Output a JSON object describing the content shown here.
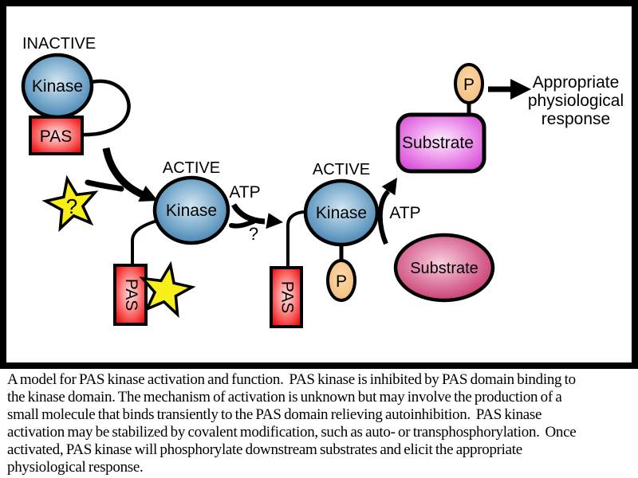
{
  "figure": {
    "states": {
      "inactive_label": "INACTIVE",
      "active_label_1": "ACTIVE",
      "active_label_2": "ACTIVE"
    },
    "kinase": {
      "label": "Kinase"
    },
    "pas": {
      "label": "PAS"
    },
    "phosphate": {
      "label": "P"
    },
    "substrate_ellipse": {
      "label": "Substrate"
    },
    "substrate_box": {
      "label": "Substrate"
    },
    "atp_label_1": "ATP",
    "atp_label_2": "ATP",
    "question_mark_star": "?",
    "question_mark_arrow": "?",
    "response": {
      "line1": "Appropriate",
      "line2": "physiological",
      "line3": "response"
    },
    "colors": {
      "outline": "#000000",
      "kinase_center": "#d2e5f1",
      "kinase_edge": "#3e7eae",
      "pas_center": "#ffdede",
      "pas_edge": "#ef1111",
      "star_fill": "#f8ee19",
      "phosphate_center": "#fcd9a9",
      "phosphate_edge": "#f2bb79",
      "substrate_box_center": "#fdeefd",
      "substrate_box_edge": "#d850d8",
      "substrate_ellipse_center": "#f7cedd",
      "substrate_ellipse_edge": "#c53369"
    }
  },
  "caption": {
    "lines": [
      "A model for PAS kinase activation and function.  PAS kinase is inhibited by PAS domain binding to",
      "the kinase domain. The mechanism of activation is unknown but may involve the production of a",
      "small molecule that binds transiently to the PAS domain relieving autoinhibition.  PAS kinase",
      "activation may be stabilized by covalent modification, such as auto- or transphosphorylation.  Once",
      "activated, PAS kinase will phosphorylate downstream substrates and elicit the appropriate",
      "physiological response."
    ]
  }
}
